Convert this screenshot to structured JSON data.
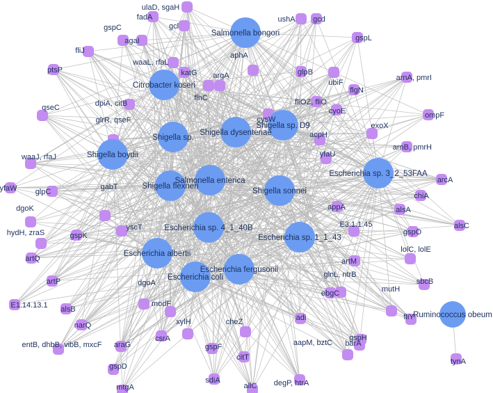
{
  "species": [
    "Salmonella bongori",
    "Citrobacter koseri",
    "Shigella sp. D9",
    "Shigella dysenteriae",
    "Shigella sp.",
    "Shigella boydii",
    "Salmonella enterica",
    "Shigella flexneri",
    "Shigella sonnei",
    "Escherichia sp. 3_2_53FAA",
    "Escherichia sp. 4_1_40B",
    "Escherichia sp. 1_1_43",
    "Escherichia albertii",
    "Escherichia fergusonii",
    "Escherichia coli",
    "Ruminococcus obeum"
  ],
  "genes": [
    "ulaD, sgaH",
    "fadA",
    "gcl",
    "ushA",
    "gcd",
    "gspC",
    "agaI",
    "gspL",
    "fliJ",
    "waaL, rfaL",
    "katG",
    "aphA",
    "glpB",
    "ubiF",
    "ptsP",
    "argA",
    "flhC",
    "flgN",
    "arnA, pmrI",
    "dpiA, citB",
    "fliOZ, fliO",
    "cyoE",
    "ompF",
    "qseC",
    "cysW",
    "exoX",
    "glrR, qseF",
    "acpH",
    "arnB, pmrH",
    "waaJ, rfaJ",
    "yfaU",
    "arcA",
    "yfaW",
    "chiA",
    "alsA",
    "glpC",
    "gabT",
    "alsC",
    "dgoK",
    "appA",
    "gspO",
    "yscT",
    "E3.1.1.45",
    "hydH, zraS",
    "gspK",
    "lolC, lolE",
    "artQ",
    "artM",
    "glnL, ntrB",
    "artP",
    "sbcB",
    "dgoA",
    "ebgC",
    "mutH",
    "E1.14.13.1",
    "alsB",
    "modF",
    "fliY",
    "xylH",
    "narQ",
    "adi",
    "cheZ",
    "gspH",
    "entB, dhbB, vibB, mxcF",
    "araG",
    "csrA",
    "gspF",
    "aapM, bztC",
    "barA",
    "tynA",
    "gspD",
    "citT",
    "mtgA",
    "sdiA",
    "allC",
    "degP, htrA"
  ],
  "edges_note": ""
}
